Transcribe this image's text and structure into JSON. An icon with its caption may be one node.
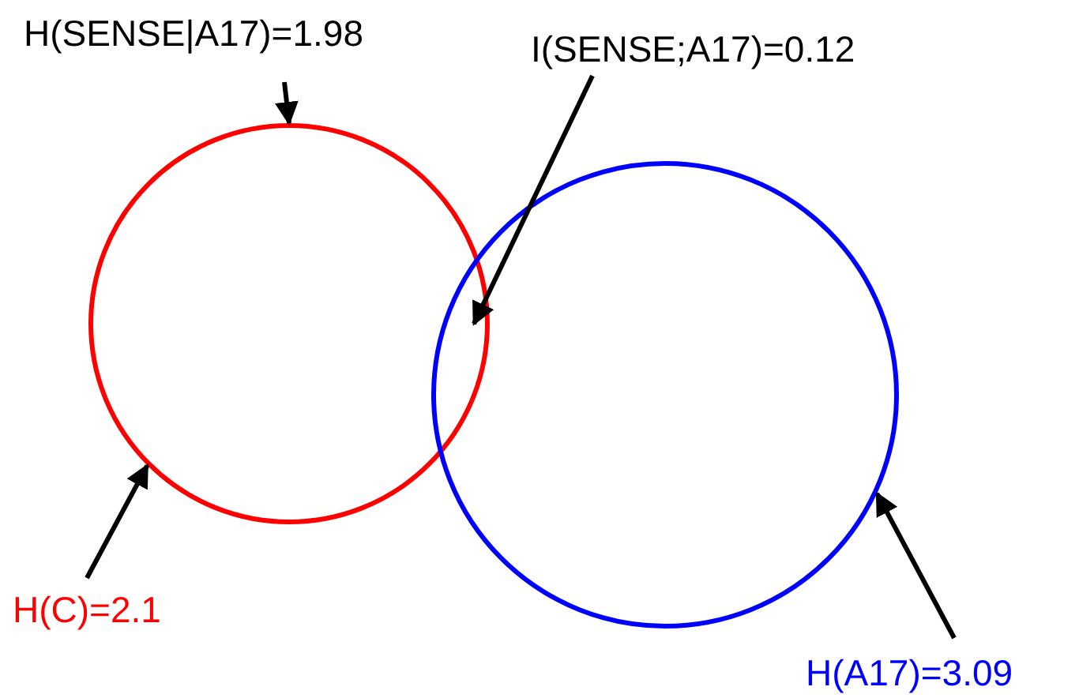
{
  "diagram": {
    "nodes": [
      {
        "text": [
          "H(SENSE|A17)=1.98"
        ]
      },
      {
        "text": [
          "I(SENSE;A17)=0.12"
        ]
      },
      {
        "text": [],
        "shape": "circle"
      },
      {
        "text": [],
        "shape": "circle"
      },
      {
        "text": [
          "H(C)=2.1"
        ]
      },
      {
        "text": [
          "H(A17)=3.09"
        ]
      }
    ],
    "edges": [
      {
        "from": 0,
        "to": 2,
        "arrow": "to"
      },
      {
        "from": 1,
        "to": 2,
        "arrow": "to"
      },
      {
        "from": 4,
        "to": 2,
        "arrow": "to"
      },
      {
        "from": 5,
        "to": 3,
        "arrow": "to"
      }
    ]
  }
}
